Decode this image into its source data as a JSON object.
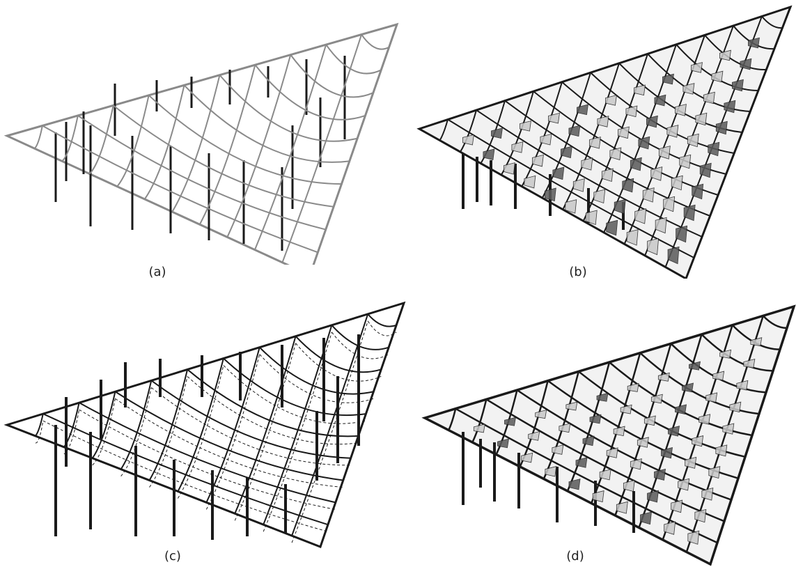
{
  "figure": {
    "panels": [
      {
        "id": "a",
        "caption": "(a)",
        "style": "wireframe-light"
      },
      {
        "id": "b",
        "caption": "(b)",
        "style": "shaded-deep"
      },
      {
        "id": "c",
        "caption": "(c)",
        "style": "wireframe-deformed"
      },
      {
        "id": "d",
        "caption": "(d)",
        "style": "shaded-shallow"
      }
    ]
  },
  "colors": {
    "background": "#ffffff",
    "line_dark": "#1a1a1a",
    "line_light": "#9a9a9a",
    "fill_shade": "#c8c8c8",
    "fill_dark": "#5a5a5a"
  }
}
